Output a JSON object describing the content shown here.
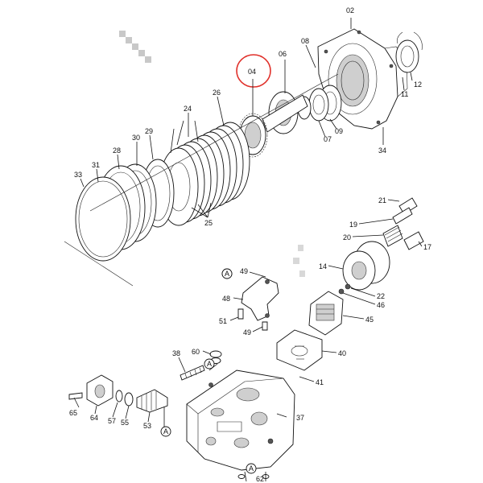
{
  "labels": {
    "p02": "02",
    "p08": "08",
    "p06": "06",
    "p12": "12",
    "p11": "11",
    "p09": "09",
    "p07": "07",
    "p34": "34",
    "p04": "04",
    "p24": "24",
    "p26": "26",
    "p29": "29",
    "p30": "30",
    "p28": "28",
    "p31": "31",
    "p33": "33",
    "p25": "25",
    "p21": "21",
    "p19": "19",
    "p20": "20",
    "p17": "17",
    "p14": "14",
    "p22": "22",
    "p46": "46",
    "p45": "45",
    "p49a": "49",
    "p49b": "49",
    "p48": "48",
    "p51": "51",
    "pA1": "A",
    "p40": "40",
    "p41": "41",
    "p38": "38",
    "p60": "60",
    "pA2": "A",
    "p37": "37",
    "p65": "65",
    "p64": "64",
    "p57": "57",
    "p55": "55",
    "p53": "53",
    "pA3": "A",
    "pA4": "A",
    "p62": "62"
  },
  "colors": {
    "highlight_circle": "#e0302a",
    "line": "#111111"
  }
}
